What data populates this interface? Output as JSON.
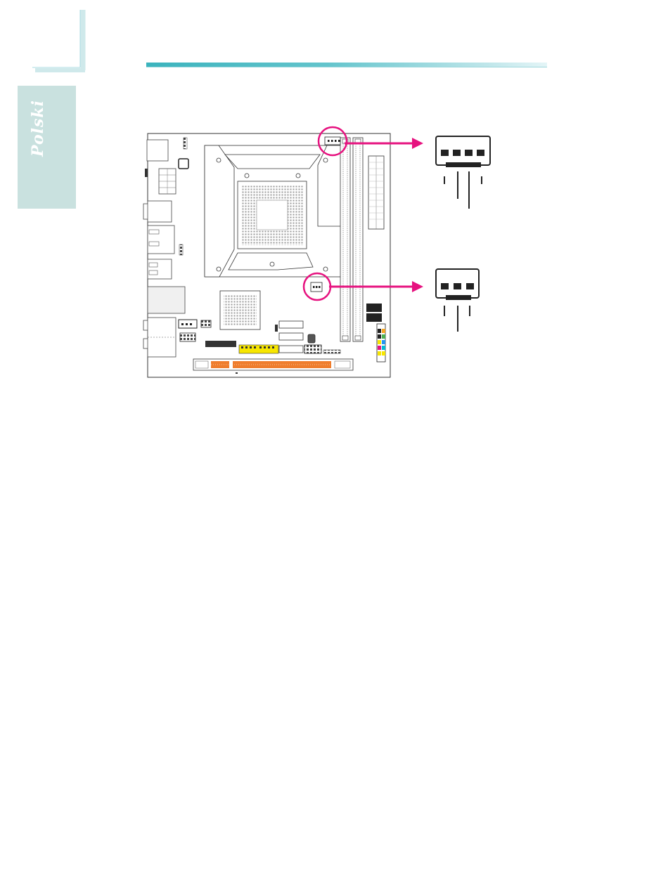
{
  "sidebar": {
    "language_tab": "Polski"
  },
  "colors": {
    "accent_teal": "#3bb3bd",
    "side_tab_fill": "#c9e1df",
    "callout_magenta": "#e6127f",
    "slot_orange": "#ef7d2d",
    "header_yellow": "#f7e600"
  },
  "diagram": {
    "subject": "motherboard-layout",
    "callouts": [
      {
        "id": "fan-connector-4pin",
        "pins": 4
      },
      {
        "id": "fan-connector-3pin",
        "pins": 3
      }
    ],
    "icons": [
      "cpu-socket-icon",
      "chipset-icon",
      "memory-slot-icon",
      "pcie-slot-icon",
      "fan-connector-icon"
    ]
  }
}
